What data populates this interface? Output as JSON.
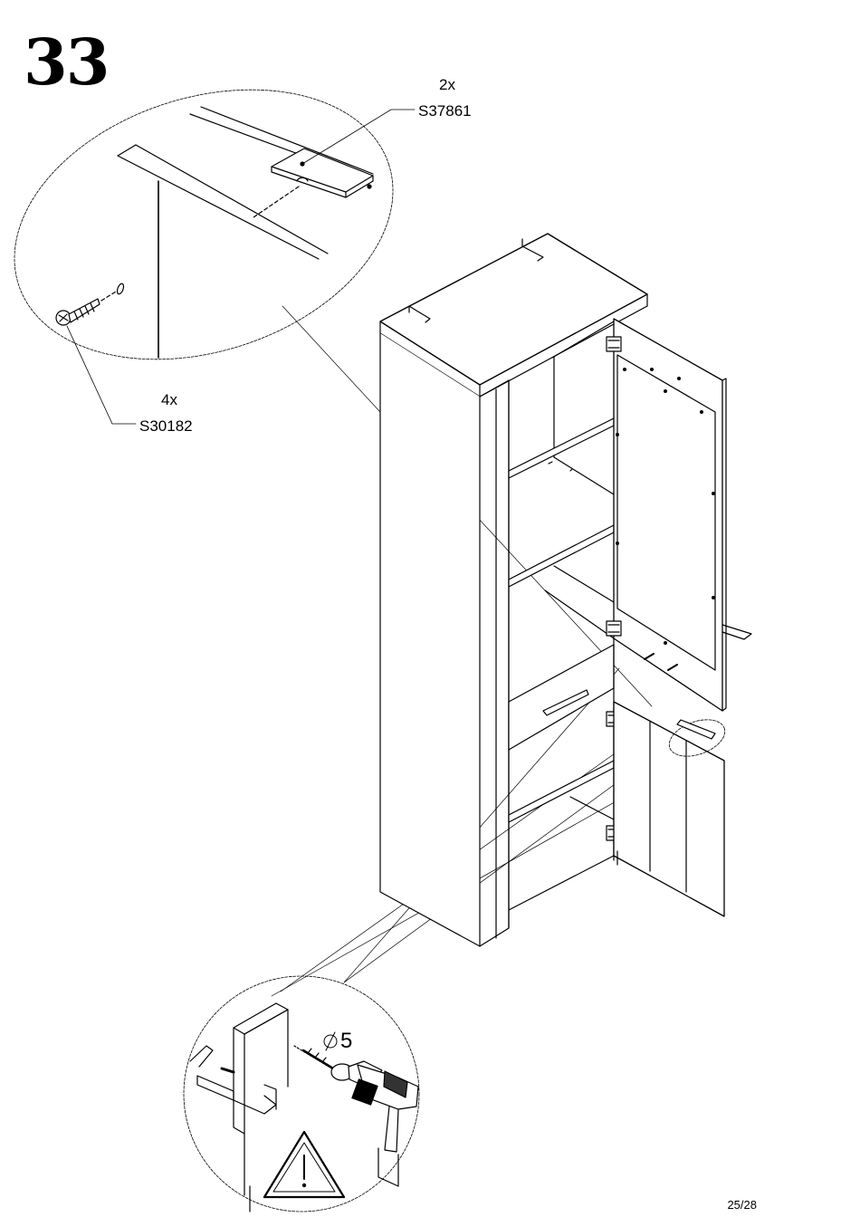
{
  "step": {
    "number": "33"
  },
  "parts": [
    {
      "quantity": "2x",
      "code": "S37861"
    },
    {
      "quantity": "4x",
      "code": "S30182"
    }
  ],
  "drill": {
    "diameter_label": "5"
  },
  "footer": {
    "page": "25/28"
  }
}
